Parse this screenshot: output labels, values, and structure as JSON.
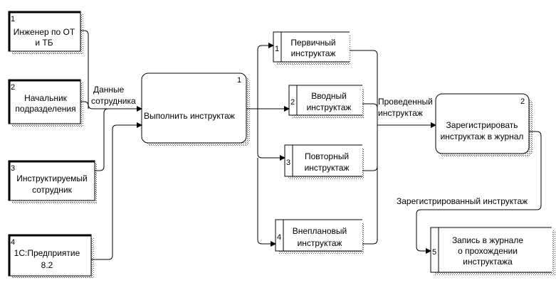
{
  "externals": [
    {
      "num": "1",
      "lines": [
        "Инженер по ОТ",
        "и ТБ"
      ]
    },
    {
      "num": "2",
      "lines": [
        "Начальник",
        "подразделения"
      ]
    },
    {
      "num": "3",
      "lines": [
        "Инструктируемый",
        "сотрудник"
      ]
    },
    {
      "num": "4",
      "lines": [
        "1С:Предприятие",
        "8.2"
      ]
    }
  ],
  "processes": [
    {
      "num": "1",
      "label": "Выполнить инструктаж"
    },
    {
      "num": "2",
      "lines": [
        "Зарегистрировать",
        "инструктаж в журнал"
      ]
    }
  ],
  "types": [
    {
      "num": "1",
      "lines": [
        "Первичный",
        "инструктаж"
      ]
    },
    {
      "num": "2",
      "lines": [
        "Вводный",
        "инструктаж"
      ]
    },
    {
      "num": "3",
      "lines": [
        "Повторный",
        "инструктаж"
      ]
    },
    {
      "num": "4",
      "lines": [
        "Внеплановый",
        "инструктаж"
      ]
    }
  ],
  "store": {
    "num": "5",
    "lines": [
      "Запись в журнале",
      "о прохождении",
      "инструктажа"
    ]
  },
  "flows": {
    "employee_data": [
      "Данные",
      "сотрудника"
    ],
    "conducted": [
      "Проведенный",
      "инструктаж"
    ],
    "registered": "Зарегистрированный инструктаж"
  }
}
